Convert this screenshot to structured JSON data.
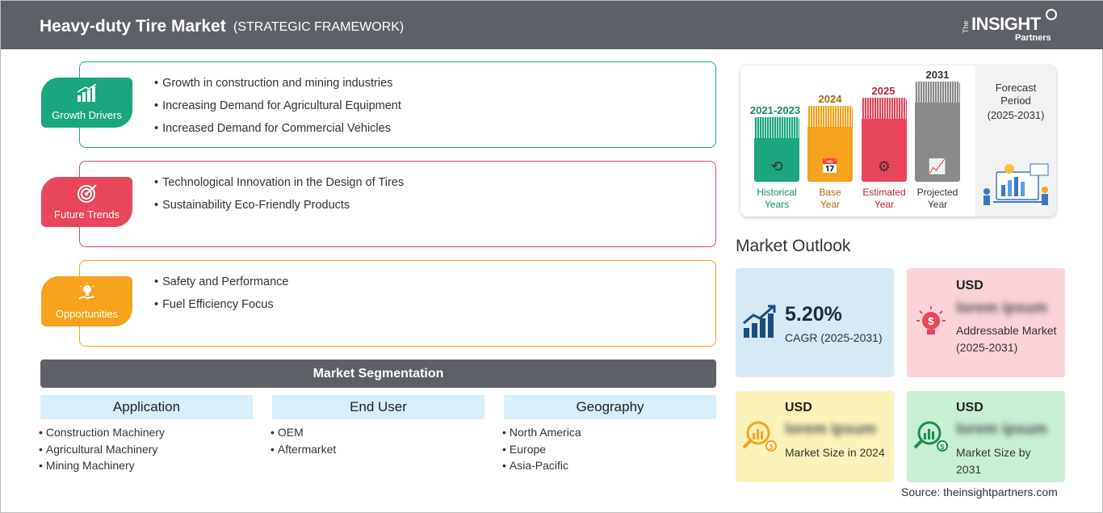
{
  "header": {
    "title": "Heavy-duty Tire Market",
    "subtitle": "(STRATEGIC FRAMEWORK)",
    "logo": {
      "prefix": "The",
      "word": "INSIGHT",
      "suffix": "Partners"
    }
  },
  "framework": {
    "growth_drivers": {
      "label": "Growth Drivers",
      "color": "#1aa67f",
      "items": [
        "Growth in construction and mining industries",
        "Increasing Demand for Agricultural Equipment",
        "Increased Demand for Commercial Vehicles"
      ]
    },
    "future_trends": {
      "label": "Future Trends",
      "color": "#e8465a",
      "items": [
        "Technological Innovation in the Design of Tires",
        "Sustainability Eco-Friendly Products"
      ]
    },
    "opportunities": {
      "label": "Opportunities",
      "color": "#f6a21c",
      "items": [
        "Safety and Performance",
        "Fuel Efficiency Focus"
      ]
    }
  },
  "segmentation": {
    "title": "Market Segmentation",
    "columns": [
      {
        "heading": "Application",
        "items": [
          "Construction Machinery",
          "Agricultural Machinery",
          "Mining Machinery"
        ]
      },
      {
        "heading": "End User",
        "items": [
          "OEM",
          "Aftermarket"
        ]
      },
      {
        "heading": "Geography",
        "items": [
          "North America",
          "Europe",
          "Asia-Pacific"
        ]
      }
    ]
  },
  "timeline": {
    "bars": [
      {
        "year": "2021-2023",
        "label_line1": "Historical",
        "label_line2": "Years",
        "color": "#1aa67f",
        "year_color": "#138a69",
        "icon": "history-icon"
      },
      {
        "year": "2024",
        "label_line1": "Base",
        "label_line2": "Year",
        "color": "#f6a21c",
        "year_color": "#a86b0a",
        "icon": "calendar-icon"
      },
      {
        "year": "2025",
        "label_line1": "Estimated",
        "label_line2": "Year",
        "color": "#e8465a",
        "year_color": "#b3283a",
        "icon": "gear-chart-icon"
      },
      {
        "year": "2031",
        "label_line1": "Projected",
        "label_line2": "Year",
        "color": "#8a8a8a",
        "year_color": "#333333",
        "icon": "presentation-icon"
      }
    ],
    "forecast": {
      "line1": "Forecast",
      "line2": "Period",
      "line3": "(2025-2031)"
    }
  },
  "outlook": {
    "title": "Market Outlook",
    "cagr": {
      "value": "5.20%",
      "label": "CAGR (2025-2031)",
      "color": "#d6e9f5"
    },
    "addressable": {
      "currency": "USD",
      "value": "lorem ipsum",
      "label": "Addressable Market (2025-2031)",
      "color": "#f9d3d8"
    },
    "size_2024": {
      "currency": "USD",
      "value": "lorem ipsum",
      "label": "Market Size in 2024",
      "color": "#fbf3b9"
    },
    "size_2031": {
      "currency": "USD",
      "value": "lorem ipsum",
      "label": "Market Size by 2031",
      "color": "#c8efd3"
    }
  },
  "source": "Source: theinsightpartners.com"
}
